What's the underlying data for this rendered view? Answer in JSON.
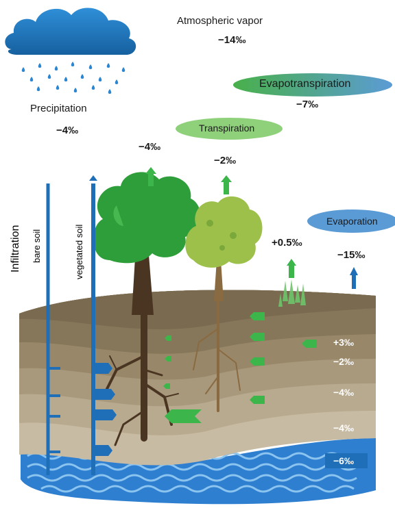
{
  "title": "",
  "atmosphere": {
    "label": "Atmospheric vapor",
    "value": "−14‰"
  },
  "precipitation": {
    "label": "Precipitation",
    "value": "−4‰"
  },
  "evapotranspiration": {
    "label": "Evapotranspiration",
    "value": "−7‰"
  },
  "transpiration": {
    "label": "Transpiration",
    "tree_big_value": "−4‰",
    "tree_small_value": "−2‰"
  },
  "evaporation": {
    "label": "Evaporation",
    "grass_value": "+0.5‰",
    "bare_value": "−15‰"
  },
  "infiltration": {
    "label": "Infiltration",
    "bare_soil": "bare soil",
    "vegetated_soil": "vegetated soil"
  },
  "soil_layers": [
    "+3‰",
    "−2‰",
    "−4‰",
    "−4‰"
  ],
  "groundwater": {
    "value": "−6‰"
  },
  "colors": {
    "water_blue": "#1e6fb8",
    "cloud_blue": "#1f78c1",
    "arrow_green": "#3cb54a",
    "pill_green": "#8fd17a",
    "evap_blue": "#5b9bd5",
    "soil_dark": "#7a6a50",
    "soil_light": "#c2b59c",
    "tree_dark": "#2e9e3a",
    "tree_light": "#9cc04a"
  },
  "icons": [
    "cloud-icon",
    "raindrop-icon",
    "tree-icon",
    "grass-icon",
    "arrow-up-icon",
    "arrow-left-icon",
    "waves-icon"
  ]
}
